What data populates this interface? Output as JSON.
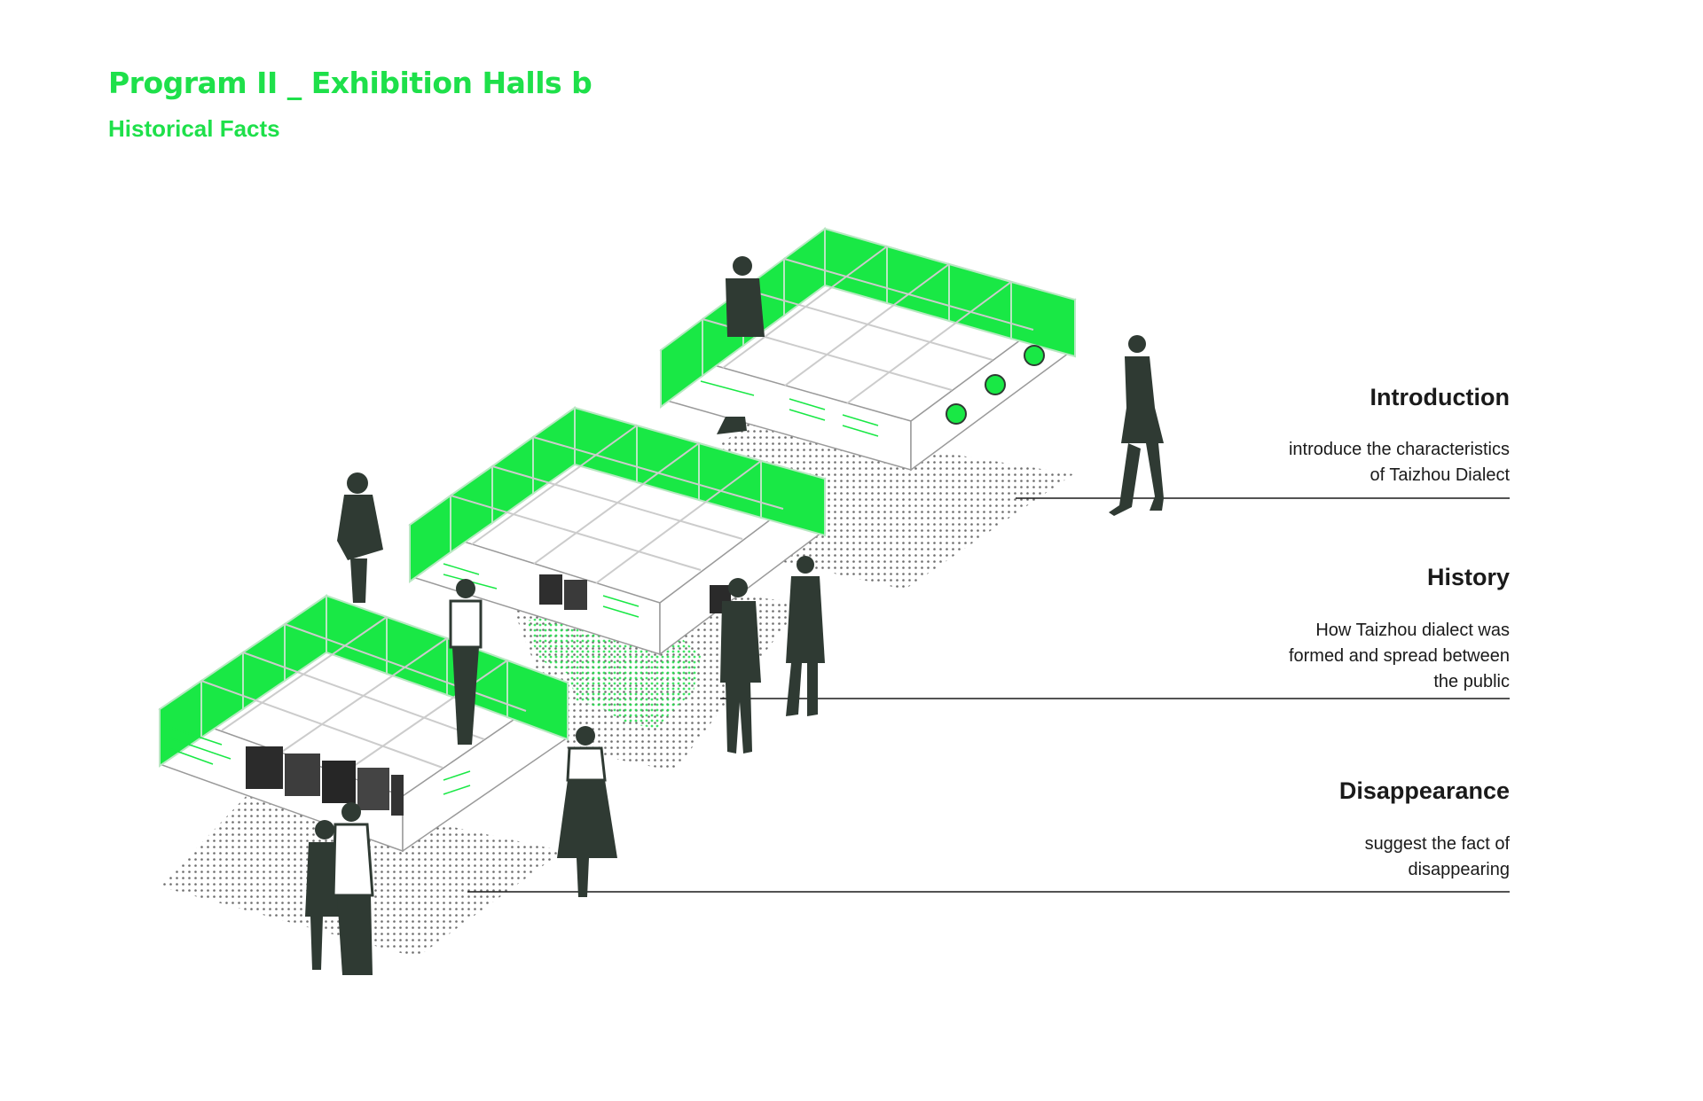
{
  "page": {
    "title": "Program II _ Exhibition Halls b",
    "subtitle": "Historical Facts"
  },
  "colors": {
    "accent_green": "#1ee04a",
    "panel_green": "#19e845",
    "text": "#1a1a1a",
    "figure": "#2f3a33"
  },
  "annotations": [
    {
      "heading": "Introduction",
      "lines": [
        "introduce the characteristics",
        "of Taizhou Dialect"
      ]
    },
    {
      "heading": "History",
      "lines": [
        "How Taizhou dialect was",
        "formed and spread between",
        "the public"
      ]
    },
    {
      "heading": "Disappearance",
      "lines": [
        "suggest the fact of",
        "disappearing"
      ]
    }
  ]
}
